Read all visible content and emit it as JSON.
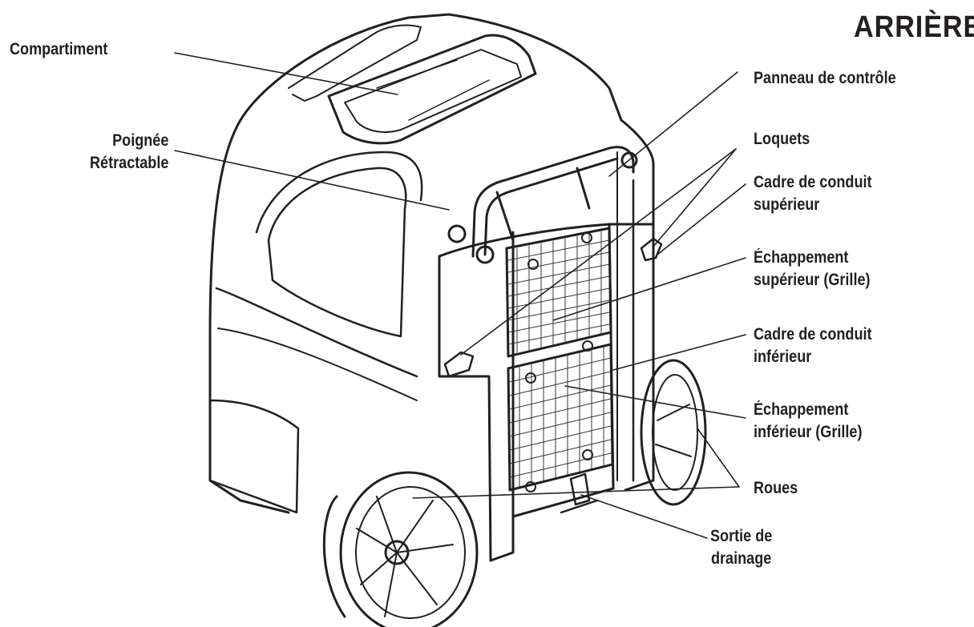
{
  "title": "ARRIÈRE",
  "labels": {
    "compartiment": "Compartiment",
    "poignee_line1": "Poignée",
    "poignee_line2": "Rétractable",
    "panneau": "Panneau de contrôle",
    "loquets": "Loquets",
    "cadre_sup_line1": "Cadre de conduit",
    "cadre_sup_line2": "supérieur",
    "echap_sup_line1": "Échappement",
    "echap_sup_line2": "supérieur (Grille)",
    "cadre_inf_line1": "Cadre de conduit",
    "cadre_inf_line2": "inférieur",
    "echap_inf_line1": "Échappement",
    "echap_inf_line2": "inférieur (Grille)",
    "roues": "Roues",
    "sortie_line1": "Sortie de",
    "sortie_line2": "drainage"
  },
  "colors": {
    "ink": "#231f20",
    "background": "#ffffff"
  }
}
